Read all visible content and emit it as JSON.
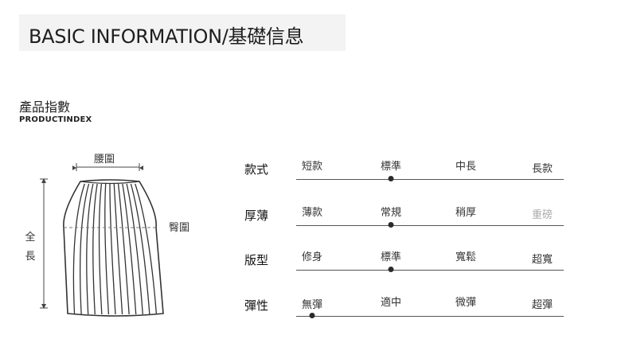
{
  "header": {
    "title": "BASIC INFORMATION/基礎信息"
  },
  "section": {
    "title": "產品指數",
    "subtitle": "PRODUCTINDEX"
  },
  "figure": {
    "waist_label": "腰圍",
    "hip_label": "臀圍",
    "length_label": "全長"
  },
  "rows": [
    {
      "label": "款式",
      "options": [
        "短款",
        "標準",
        "中長",
        "長款"
      ],
      "selected_index": 1,
      "muted_options": []
    },
    {
      "label": "厚薄",
      "options": [
        "薄款",
        "常規",
        "稍厚",
        "重磅"
      ],
      "selected_index": 1,
      "muted_options": [
        3
      ]
    },
    {
      "label": "版型",
      "options": [
        "修身",
        "標準",
        "寬鬆",
        "超寬"
      ],
      "selected_index": 1,
      "muted_options": []
    },
    {
      "label": "彈性",
      "options": [
        "無彈",
        "適中",
        "微彈",
        "超彈"
      ],
      "selected_index": 0,
      "muted_options": []
    }
  ]
}
